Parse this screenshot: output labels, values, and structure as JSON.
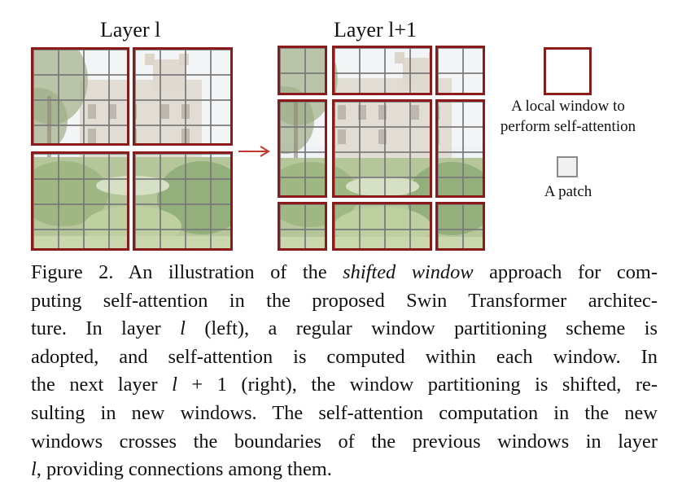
{
  "figure": {
    "left_label": "Layer l",
    "right_label": "Layer l+1",
    "legend": {
      "window_text_line1": "A local window to",
      "window_text_line2": "perform self-attention",
      "patch_text": "A patch"
    },
    "colors": {
      "window_border": "#8b1a1a",
      "arrow": "#c0392b",
      "patch_border": "#8a8a8a"
    },
    "image_description_icon": "castle-garden-photo"
  },
  "caption": {
    "line1_a": "Figure 2. An illustration of the ",
    "line1_em": "shifted window",
    "line1_b": " approach for com-",
    "line2": "puting self-attention in the proposed Swin Transformer architec-",
    "line3_a": "ture.  In layer ",
    "line3_l": "l",
    "line3_b": " (left), a regular window partitioning scheme is",
    "line4": "adopted, and self-attention is computed within each window.  In",
    "line5_a": "the next layer ",
    "line5_l": "l",
    "line5_b": " + 1 (right), the window partitioning is shifted, re-",
    "line6": "sulting in new windows. The self-attention computation in the new",
    "line7": "windows crosses the boundaries of the previous windows in layer",
    "line8_l": "l",
    "line8_b": ", providing connections among them."
  }
}
